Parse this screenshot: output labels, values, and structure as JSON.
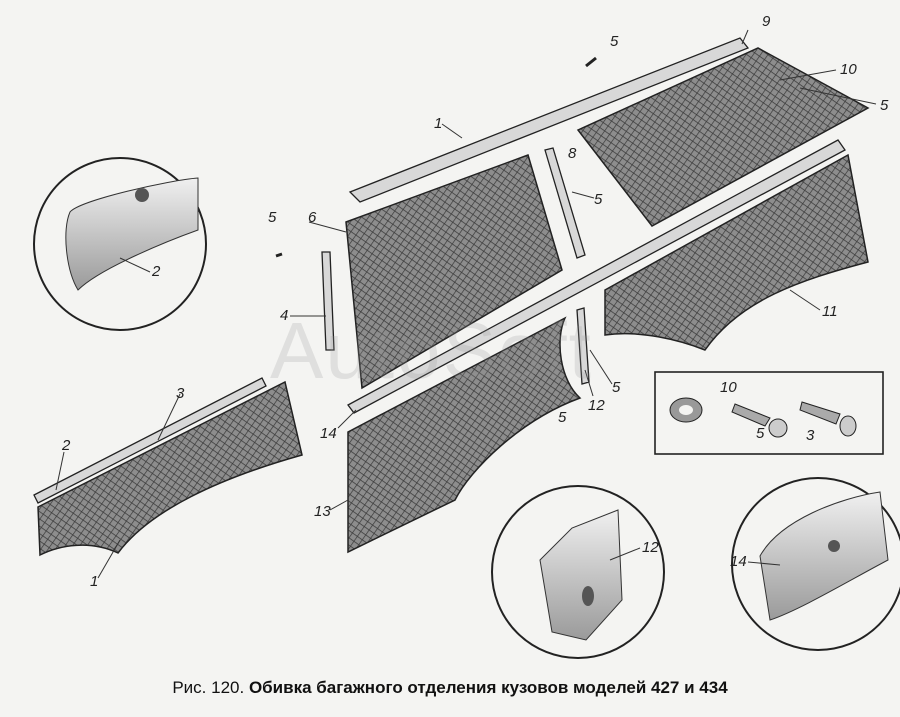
{
  "caption": {
    "prefix": "Рис. 120.",
    "title": "Обивка багажного отделения кузовов моделей 427 и 434"
  },
  "watermark": "AutoSoft",
  "labels": {
    "l1_top": "1",
    "l1_bottom": "1",
    "l2_circle": "2",
    "l2_left": "2",
    "l3_left": "3",
    "l3_box": "3",
    "l4": "4",
    "l5_top": "5",
    "l5_left": "5",
    "l5_mid": "5",
    "l5_right": "5",
    "l5_center": "5",
    "l5_lower": "5",
    "l5_box": "5",
    "l6": "6",
    "l8": "8",
    "l9": "9",
    "l10_top": "10",
    "l10_box": "10",
    "l11": "11",
    "l12_mid": "12",
    "l12_circle": "12",
    "l13": "13",
    "l14_mid": "14",
    "l14_circle": "14"
  }
}
